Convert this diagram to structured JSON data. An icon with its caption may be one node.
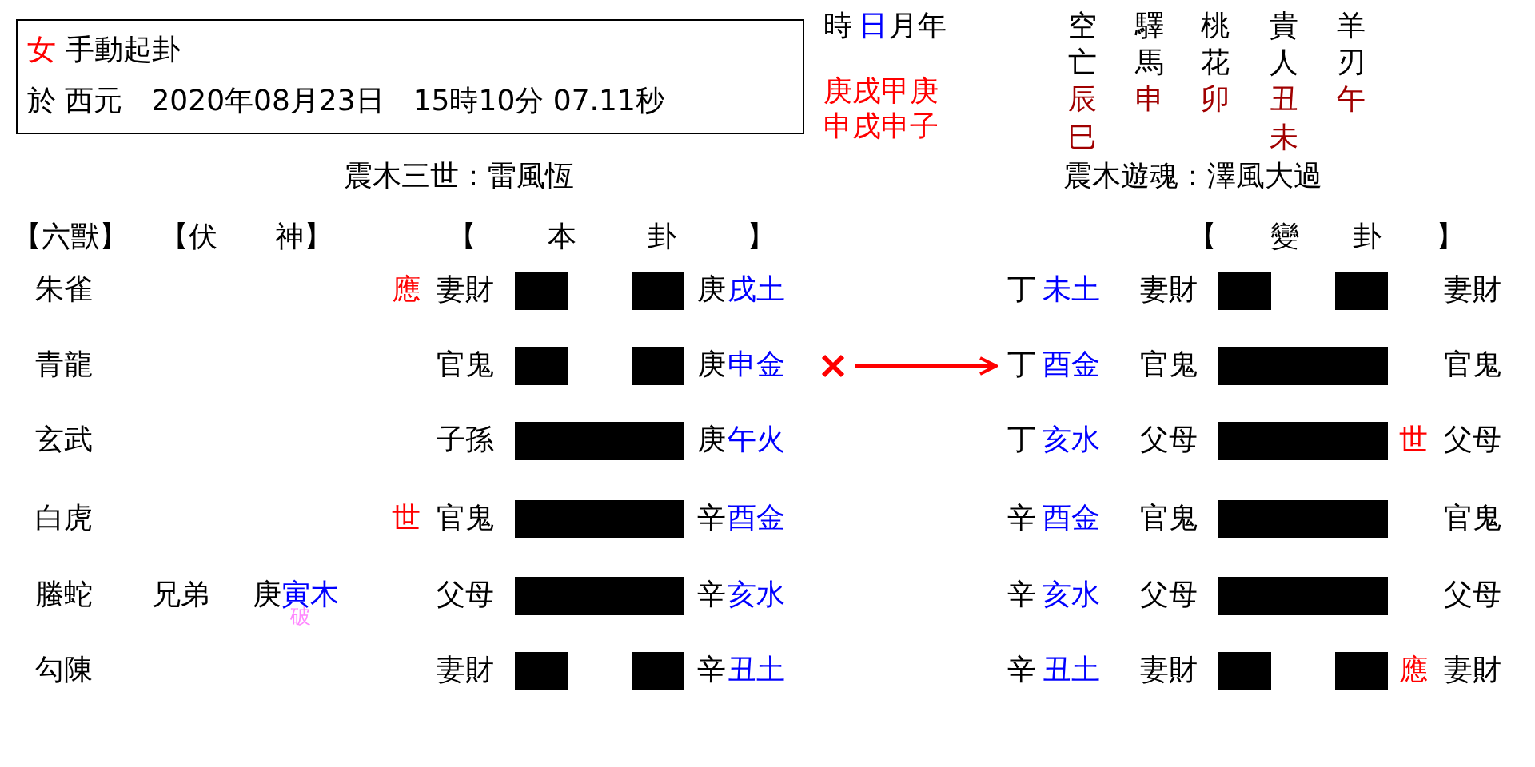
{
  "diagram": {
    "nodes": [
      {
        "text": [
          "女",
          "手動起卦",
          "於 西元　2020年08月23日　15時10分 07.11秒"
        ]
      },
      {
        "text": [],
        "shape": "cross"
      },
      {
        "text": [
          "丁",
          "酉金"
        ]
      }
    ],
    "edges": [
      {
        "from": 1,
        "to": 2,
        "arrow": "to"
      }
    ],
    "labels": [
      "時",
      "日",
      "月年",
      "空",
      "驛",
      "桃",
      "貴",
      "羊",
      "亡",
      "馬",
      "花",
      "人",
      "刃",
      "庚戌甲庚",
      "辰",
      "申",
      "卯",
      "丑",
      "午",
      "申戌申子",
      "巳",
      "未",
      "震木三世：雷風恆",
      "震木遊魂：澤風大過",
      "【六獸】",
      "【伏　　神】",
      "【　　本　　卦　　】",
      "【　　變　　卦　　】",
      "朱雀",
      "應",
      "妻財",
      "庚",
      "戌土",
      "丁",
      "未土",
      "妻財",
      "妻財",
      "青龍",
      "官鬼",
      "庚",
      "申金",
      "官鬼",
      "官鬼",
      "玄武",
      "子孫",
      "庚",
      "午火",
      "丁",
      "亥水",
      "父母",
      "世",
      "父母",
      "白虎",
      "世",
      "官鬼",
      "辛",
      "酉金",
      "辛",
      "酉金",
      "官鬼",
      "官鬼",
      "螣蛇",
      "兄弟",
      "庚",
      "寅木",
      "破",
      "父母",
      "辛",
      "亥水",
      "辛",
      "亥水",
      "父母",
      "父母",
      "勾陳",
      "妻財",
      "辛",
      "丑土",
      "辛",
      "丑土",
      "妻財",
      "應",
      "妻財"
    ]
  }
}
